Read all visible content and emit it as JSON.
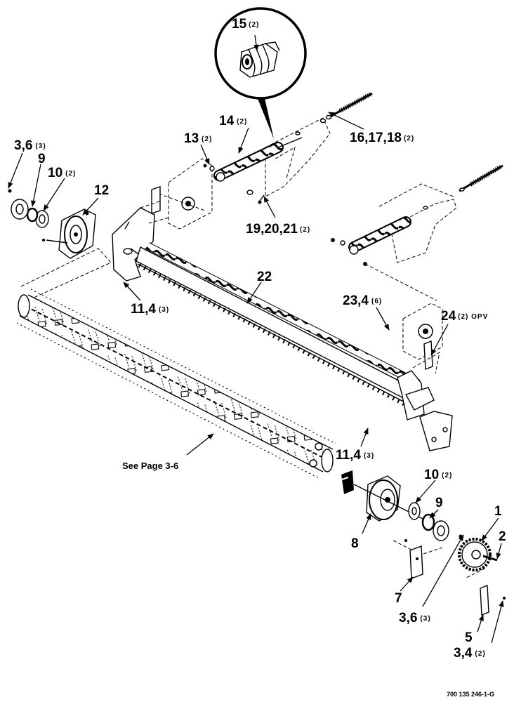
{
  "callouts": {
    "c15": "15",
    "c15q": "(2)",
    "c14": "14",
    "c14q": "(2)",
    "c13": "13",
    "c13q": "(2)",
    "c16": "16,17,18",
    "c16q": "(2)",
    "c36a": "3,6",
    "c36aq": "(3)",
    "c9a": "9",
    "c10a": "10",
    "c10aq": "(2)",
    "c12": "12",
    "c19": "19,20,21",
    "c19q": "(2)",
    "c22": "22",
    "c114a": "11,4",
    "c114aq": "(3)",
    "c234": "23,4",
    "c234q": "(6)",
    "c24": "24",
    "c24q": "(2) OPV",
    "c114b": "11,4",
    "c114bq": "(3)",
    "c10b": "10",
    "c10bq": "(2)",
    "c9b": "9",
    "c1": "1",
    "c2": "2",
    "c8": "8",
    "c7": "7",
    "c36b": "3,6",
    "c36bq": "(3)",
    "c5": "5",
    "c34": "3,4",
    "c34q": "(2)"
  },
  "see_page": "See Page 3-6",
  "drawing_number": "700 135 246-1-G"
}
